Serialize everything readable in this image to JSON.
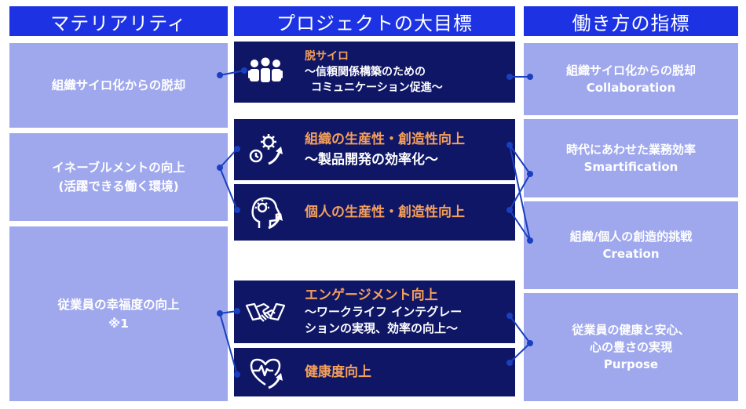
{
  "headers": {
    "materiality": "マテリアリティ",
    "project_goals": "プロジェクトの大目標",
    "work_style_kpi": "働き方の指標"
  },
  "materiality": [
    {
      "lines": [
        "組織サイロ化からの脱却"
      ]
    },
    {
      "lines": [
        "イネーブルメントの向上",
        "(活躍できる働く環境)"
      ]
    },
    {
      "lines": [
        "従業員の幸福度の向上",
        "※1"
      ]
    }
  ],
  "goals": [
    {
      "icon": "people-group-icon",
      "title": "脱サイロ",
      "sub": [
        "〜信頼関係構築のための",
        "コミュニケーション促進〜"
      ]
    },
    {
      "icon": "gears-up-icon",
      "title": "組織の生産性・創造性向上",
      "sub": [
        "〜製品開発の効率化〜"
      ]
    },
    {
      "icon": "head-lightbulb-icon",
      "title": "個人の生産性・創造性向上",
      "sub": []
    },
    {
      "icon": "handshake-icon",
      "title": "エンゲージメント向上",
      "sub": [
        "〜ワークライフ インテグレー",
        "ションの実現、効率の向上〜"
      ]
    },
    {
      "icon": "heartbeat-icon",
      "title": "健康度向上",
      "sub": []
    }
  ],
  "kpis": [
    {
      "lines": [
        "組織サイロ化からの脱却",
        "Collaboration"
      ]
    },
    {
      "lines": [
        "時代にあわせた業務効率",
        "Smartification"
      ]
    },
    {
      "lines": [
        "組織/個人の創造的挑戦",
        "Creation"
      ]
    },
    {
      "lines": [
        "従業員の健康と安心、",
        "心の豊さの実現",
        "Purpose"
      ]
    }
  ],
  "colors": {
    "header": "#1d33e3",
    "side_box": "#9fa8ed",
    "center_box": "#0f1666",
    "accent": "#f5a05a",
    "connector": "#1a3fbf"
  }
}
